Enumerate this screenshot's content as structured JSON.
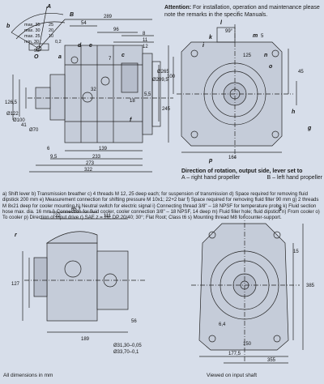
{
  "attention": {
    "label": "Attention:",
    "text": "For installation, operation and maintenance please note the remarks in the specific Manuals."
  },
  "direction": {
    "title": "Direction of rotation, output side, lever set to",
    "a_text": "A – right hand propeller",
    "b_text": "B – left hand propeller"
  },
  "legend": [
    "a) Shift lever",
    "b) Transmission breather",
    "c) 4 threads M 12, 25 deep each; for suspension of transmission",
    "d) Space required for removing fluid dipstick 200 mm",
    "e) Measurement connection for shifting pressure M 10x1; 22+2 bar",
    "f) Space required for removing fluid filter 90 mm",
    "g) 2 threads M 8x21 deep for cooler mounting",
    "h) Neutral switch for electric signal",
    "i) Connecting thread 3/8\" – 18 NPSF for temperature probe",
    "k) Fluid section hose max. dia. 16 mm",
    "l) Connection for fluid cooler, cooler connection 3/8\" – 18 NPSF, 14 deep",
    "m) Fluid filler hole; fluid dipstick",
    "n) From cooler",
    "o) To cooler",
    "p) Direction of input drive",
    "r) SAE z = 26; DP 20/40; 30°; Flat Root; Class t6",
    "s) Mounting thread M8 for counter-support."
  ],
  "footer": {
    "left": "All dimensions in mm",
    "right": "Viewed on input shaft"
  },
  "dims": {
    "d289": "289",
    "d54": "54",
    "d96": "96",
    "d8": "8",
    "d11": "11",
    "d12": "12",
    "d7": "7",
    "d32": "32",
    "d139": "139",
    "d233": "233",
    "d273": "273",
    "d322": "322",
    "d6": "6",
    "d95": "9,5",
    "d1265": "126,5",
    "d245": "245",
    "d2095": "Ø209,5",
    "d265": "Ø265",
    "d55": "5,5",
    "d18": "18",
    "d122": "Ø122",
    "d100": "Ø100",
    "d41": "41",
    "d70": "Ø70",
    "d99": "99°",
    "d5": "5",
    "d125": "125",
    "d164": "164",
    "d45": "45",
    "d100r": "100",
    "d65_7": "65,7",
    "d22": "22",
    "d111": "111",
    "d127": "127",
    "d189": "189",
    "d56": "56",
    "d3130": "Ø31,30–0,05",
    "d3370": "Ø33,70–0,1",
    "d385": "385",
    "d355": "355",
    "d1775": "177,5",
    "d150": "150",
    "d64": "6,4",
    "d15": "15",
    "dmax35": "max. 35",
    "dmax30": "max. 30",
    "dmax25": "max. 25",
    "dmin30": "min. 30",
    "d25": "25",
    "d20": "20",
    "d10": "10",
    "d02": "0,2",
    "d90": "90°"
  },
  "callouts": [
    "a",
    "b",
    "c",
    "d",
    "e",
    "f",
    "g",
    "h",
    "i",
    "k",
    "l",
    "m",
    "n",
    "o",
    "p",
    "r",
    "s",
    "A",
    "B",
    "O"
  ]
}
